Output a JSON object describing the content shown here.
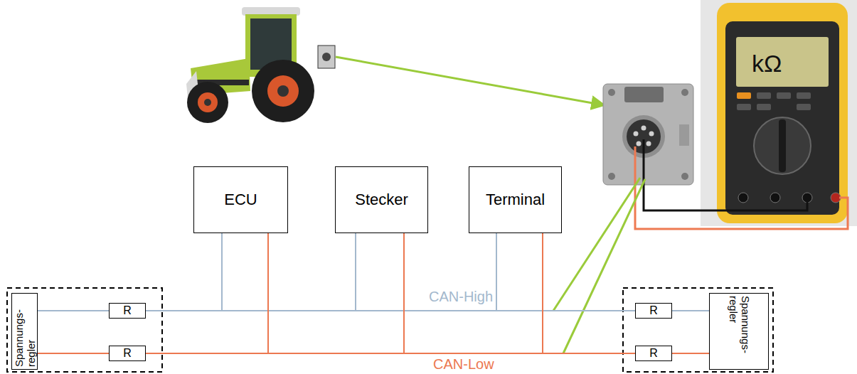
{
  "diagram": {
    "nodes": [
      {
        "text": [
          "Spannungs- regler"
        ]
      },
      {
        "text": [
          "R"
        ]
      },
      {
        "text": [
          "R"
        ]
      },
      {
        "text": [
          "ECU"
        ]
      },
      {
        "text": [
          "Stecker"
        ]
      },
      {
        "text": [
          "Terminal"
        ]
      },
      {
        "text": [
          "R"
        ]
      },
      {
        "text": [
          "R"
        ]
      },
      {
        "text": [
          "Spannungs- regler"
        ]
      }
    ],
    "edges": [
      {
        "from": 0,
        "to": 1,
        "arrow": "none"
      },
      {
        "from": 0,
        "to": 2,
        "arrow": "none"
      },
      {
        "from": 1,
        "to": 3,
        "arrow": "none"
      },
      {
        "from": 3,
        "to": 4,
        "arrow": "none"
      },
      {
        "from": 4,
        "to": 5,
        "arrow": "none"
      },
      {
        "from": 5,
        "to": 6,
        "arrow": "none"
      },
      {
        "from": 2,
        "to": 3,
        "arrow": "none"
      },
      {
        "from": 3,
        "to": 4,
        "arrow": "none"
      },
      {
        "from": 4,
        "to": 5,
        "arrow": "none"
      },
      {
        "from": 5,
        "to": 7,
        "arrow": "none"
      },
      {
        "from": 6,
        "to": 8,
        "arrow": "none"
      },
      {
        "from": 7,
        "to": 8,
        "arrow": "none"
      }
    ],
    "labels": [
      "CAN-High",
      "CAN-Low",
      "kΩ"
    ]
  }
}
